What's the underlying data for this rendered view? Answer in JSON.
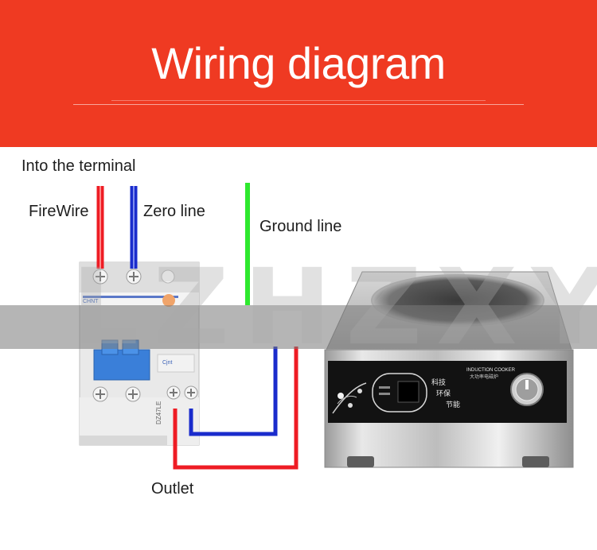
{
  "banner": {
    "title": "Wiring diagram"
  },
  "labels": {
    "into_terminal": "Into the terminal",
    "firewire": "FireWire",
    "zero_line": "Zero line",
    "ground_line": "Ground line",
    "outlet": "Outlet"
  },
  "breaker": {
    "brand": "CHNT",
    "brand_small": "Cjnt",
    "rating": "DZ47LE"
  },
  "cooker": {
    "panel_title": "INDUCTION COOKER",
    "panel_subtitle": "大功率电磁炉",
    "tags": [
      "科技",
      "环保",
      "节能"
    ]
  },
  "watermark": {
    "text": "LZHZXY"
  },
  "colors": {
    "banner": "#ef3a22",
    "live_wire": "#ee1c24",
    "neutral_wire": "#1a2ccc",
    "ground_wire": "#2ee82e"
  }
}
